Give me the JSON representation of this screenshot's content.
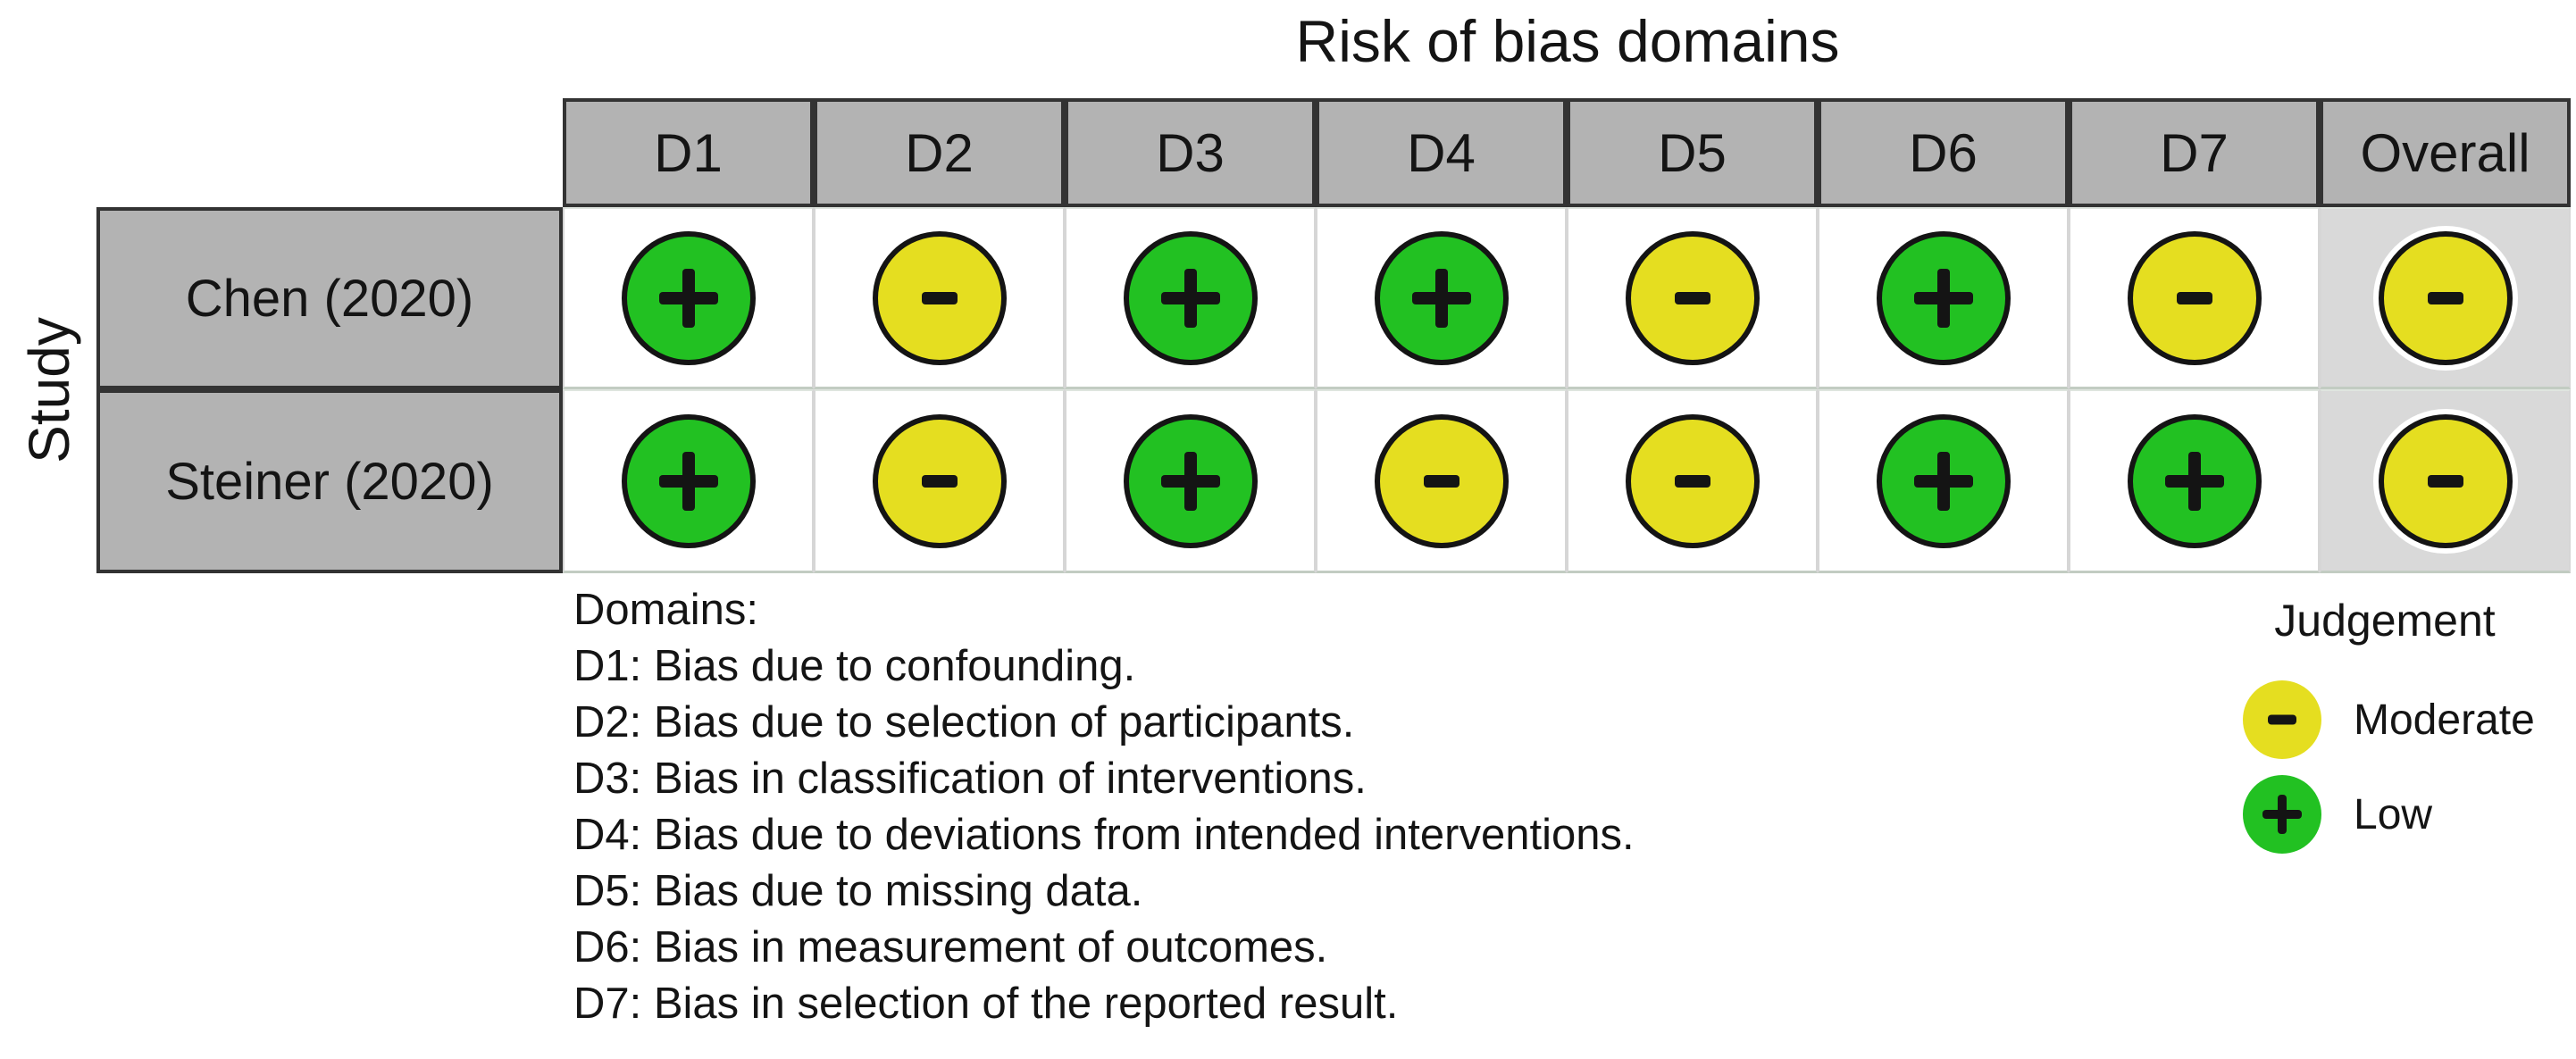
{
  "title": "Risk of bias domains",
  "axis_label": "Study",
  "table": {
    "columns": [
      "D1",
      "D2",
      "D3",
      "D4",
      "D5",
      "D6",
      "D7",
      "Overall"
    ],
    "rows": [
      {
        "label": "Chen (2020)",
        "cells": [
          "Low",
          "Moderate",
          "Low",
          "Low",
          "Moderate",
          "Low",
          "Moderate",
          "Moderate"
        ]
      },
      {
        "label": "Steiner (2020)",
        "cells": [
          "Low",
          "Moderate",
          "Low",
          "Moderate",
          "Moderate",
          "Low",
          "Low",
          "Moderate"
        ]
      }
    ]
  },
  "domains_note": {
    "heading": "Domains:",
    "lines": [
      "D1: Bias due to confounding.",
      "D2: Bias due to selection of participants.",
      "D3: Bias in classification of interventions.",
      "D4: Bias due to deviations from intended interventions.",
      "D5: Bias due to missing data.",
      "D6: Bias in measurement of outcomes.",
      "D7: Bias in selection of the reported result."
    ]
  },
  "legend": {
    "title": "Judgement",
    "items": [
      {
        "label": "Moderate",
        "level": "Moderate",
        "symbol": "-"
      },
      {
        "label": "Low",
        "level": "Low",
        "symbol": "+"
      }
    ]
  },
  "colors": {
    "low": "#22C122",
    "moderate": "#E5DE20",
    "header_bg": "#B3B3B3",
    "overall_bg": "#D9D9D9",
    "ink": "#141414"
  },
  "chart_data": {
    "type": "heatmap",
    "title": "Risk of bias domains",
    "y_axis_label": "Study",
    "x_categories": [
      "D1",
      "D2",
      "D3",
      "D4",
      "D5",
      "D6",
      "D7",
      "Overall"
    ],
    "y_categories": [
      "Chen (2020)",
      "Steiner (2020)"
    ],
    "values": [
      [
        "Low",
        "Moderate",
        "Low",
        "Low",
        "Moderate",
        "Low",
        "Moderate",
        "Moderate"
      ],
      [
        "Low",
        "Moderate",
        "Low",
        "Moderate",
        "Moderate",
        "Low",
        "Low",
        "Moderate"
      ]
    ],
    "legend": {
      "title": "Judgement",
      "position": "bottom-right",
      "entries": [
        {
          "label": "Moderate",
          "symbol": "-",
          "color": "#E5DE20"
        },
        {
          "label": "Low",
          "symbol": "+",
          "color": "#22C122"
        }
      ]
    },
    "footnotes": [
      "D1: Bias due to confounding.",
      "D2: Bias due to selection of participants.",
      "D3: Bias in classification of interventions.",
      "D4: Bias due to deviations from intended interventions.",
      "D5: Bias due to missing data.",
      "D6: Bias in measurement of outcomes.",
      "D7: Bias in selection of the reported result."
    ]
  }
}
